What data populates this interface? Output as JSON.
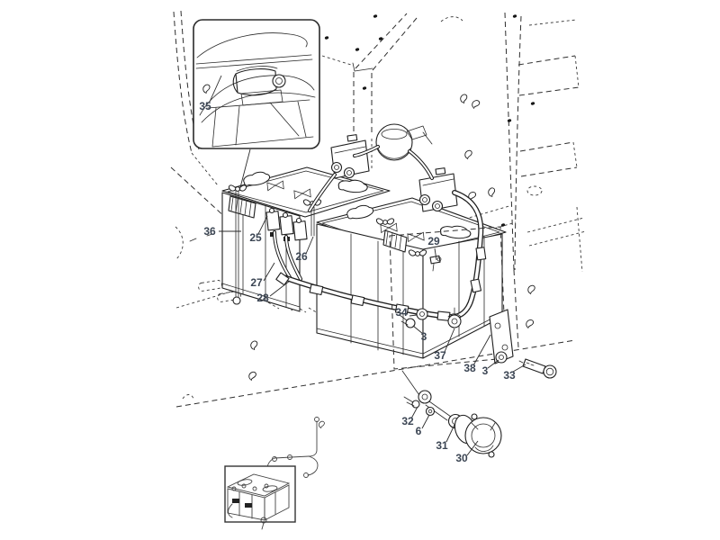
{
  "figure": {
    "type": "exploded-parts-diagram",
    "subject": "battery-box-and-hose-assembly",
    "background": "#ffffff",
    "line_color": "#1f1f1f",
    "label_color": "#3b4553"
  },
  "callouts": [
    {
      "label": "35"
    },
    {
      "label": "36"
    },
    {
      "label": "25"
    },
    {
      "label": "26"
    },
    {
      "label": "27"
    },
    {
      "label": "28"
    },
    {
      "label": "29"
    },
    {
      "label": "34"
    },
    {
      "label": "3"
    },
    {
      "label": "37"
    },
    {
      "label": "38"
    },
    {
      "label": "3"
    },
    {
      "label": "33"
    },
    {
      "label": "32"
    },
    {
      "label": "6"
    },
    {
      "label": "31"
    },
    {
      "label": "30"
    }
  ]
}
